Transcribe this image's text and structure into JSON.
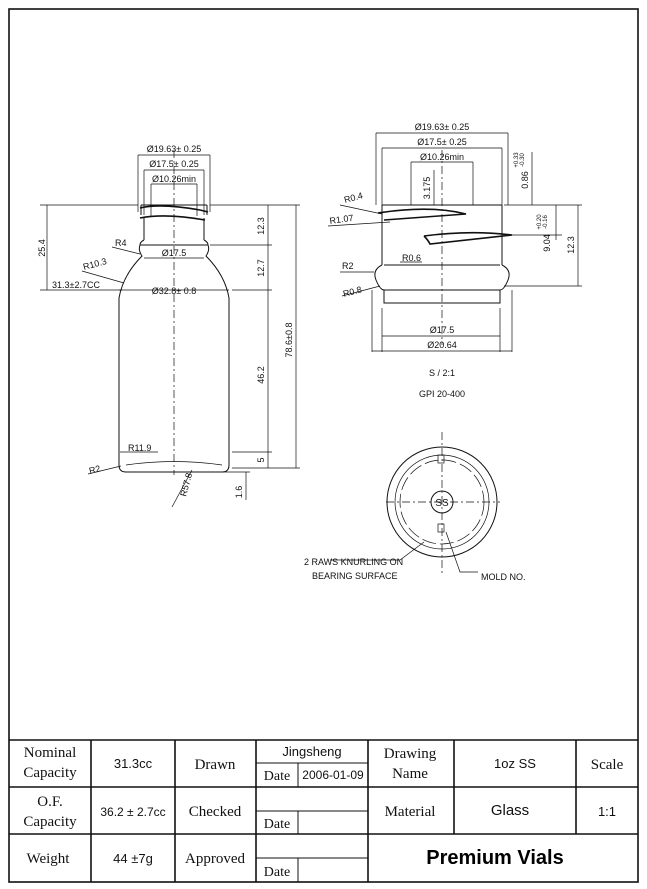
{
  "drawing": {
    "bottle_dims": {
      "d_outer_neck": "Ø19.63± 0.25",
      "d_thread": "Ø17.5± 0.25",
      "d_bore": "Ø10.26min",
      "d_neck_base": "Ø17.5",
      "d_body": "Ø32.8± 0.8",
      "h_25_4": "25.4",
      "cap_31_3": "31.3±2.7CC",
      "r4": "R4",
      "r10_3": "R10.3",
      "r11_9": "R11.9",
      "r2": "R2",
      "r57_8": "R57.8",
      "h12_3": "12.3",
      "h12_7": "12.7",
      "h46_2": "46.2",
      "h5": "5",
      "h1_6": "1.6",
      "h78_6": "78.6±0.8"
    },
    "finish_dims": {
      "d_outer": "Ø19.63± 0.25",
      "d_thread": "Ø17.5± 0.25",
      "d_bore": "Ø10.26min",
      "h3_175": "3.175",
      "tol_top": "0.86",
      "tol_top_plus": "+0.33",
      "tol_top_minus": "-0.30",
      "h9_04": "9.04",
      "h9_plus": "+0.20",
      "h9_minus": "-0.16",
      "h12_3": "12.3",
      "r0_4": "R0.4",
      "r1_07": "R1.07",
      "r2": "R2",
      "r0_6": "R0.6",
      "r0_8": "R0.8",
      "d_inner": "Ø17.5",
      "d_base": "Ø20.64",
      "scale_note": "S / 2:1",
      "finish_note": "GPI 20-400"
    },
    "bottom_view": {
      "center_mark": "SS",
      "knurl_line1": "2 RAWS KNURLING ON",
      "knurl_line2": "BEARING SURFACE",
      "mold_no": "MOLD NO."
    }
  },
  "title_block": {
    "nominal_label": "Nominal",
    "capacity_label": "Capacity",
    "nominal_value": "31.3cc",
    "drawn_label": "Drawn",
    "drawn_by": "Jingsheng",
    "date_label": "Date",
    "drawn_date": "2006-01-09",
    "drawing_label": "Drawing",
    "name_label": "Name",
    "drawing_name": "1oz SS",
    "scale_label": "Scale",
    "of_label": "O.F.",
    "of_capacity_label": "Capacity",
    "of_value": "36.2 ± 2.7cc",
    "checked_label": "Checked",
    "material_label": "Material",
    "material_value": "Glass",
    "scale_value": "1:1",
    "weight_label": "Weight",
    "weight_value": "44 ±7g",
    "approved_label": "Approved",
    "brand": "Premium Vials"
  }
}
